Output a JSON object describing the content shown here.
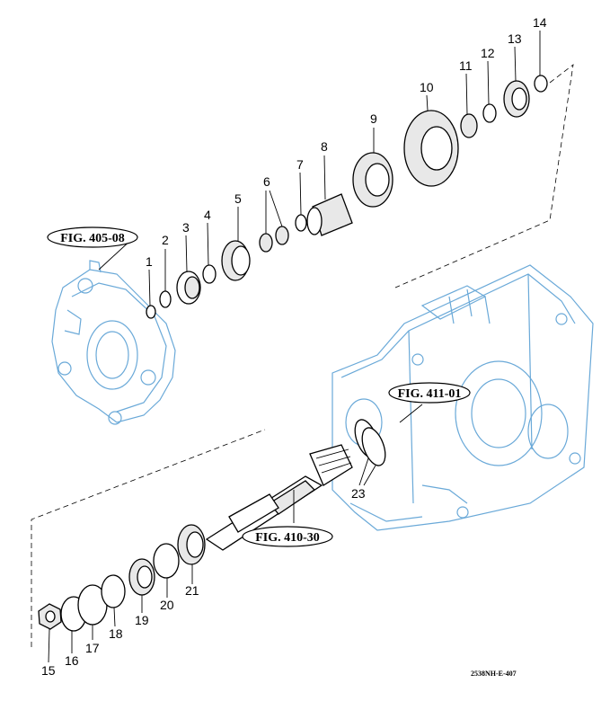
{
  "callouts": {
    "c1": "1",
    "c2": "2",
    "c3": "3",
    "c4": "4",
    "c5": "5",
    "c6": "6",
    "c7": "7",
    "c8": "8",
    "c9": "9",
    "c10": "10",
    "c11": "11",
    "c12": "12",
    "c13": "13",
    "c14": "14",
    "c15": "15",
    "c16": "16",
    "c17": "17",
    "c18": "18",
    "c19": "19",
    "c20": "20",
    "c21": "21",
    "c23": "23"
  },
  "references": {
    "fig_405_08": "FIG. 405-08",
    "fig_411_01": "FIG. 411-01",
    "fig_410_30": "FIG. 410-30"
  },
  "drawing_code": "2538NH-E-407",
  "colors": {
    "housing": "#6aa9d8",
    "parts": "#000000",
    "background": "#ffffff"
  }
}
